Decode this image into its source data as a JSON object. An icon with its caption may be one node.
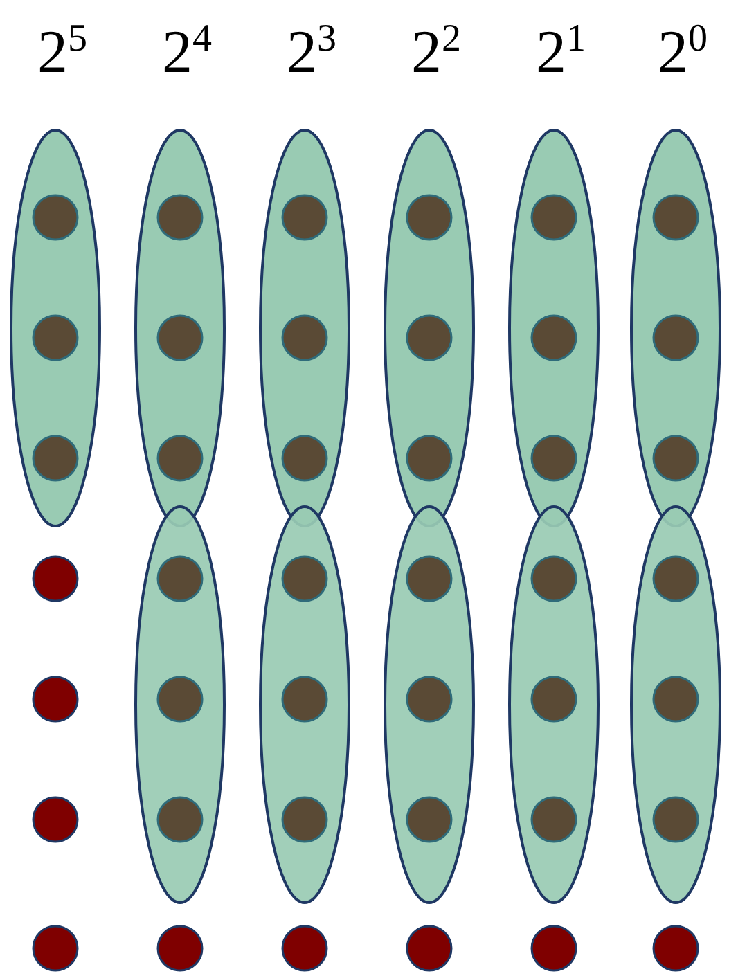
{
  "diagram": {
    "labels": [
      "2$^{5}$",
      "2$^{4}$",
      "2$^{3}$",
      "2$^{2}$",
      "2$^{1}$",
      "2$^{0}$"
    ]
  }
}
